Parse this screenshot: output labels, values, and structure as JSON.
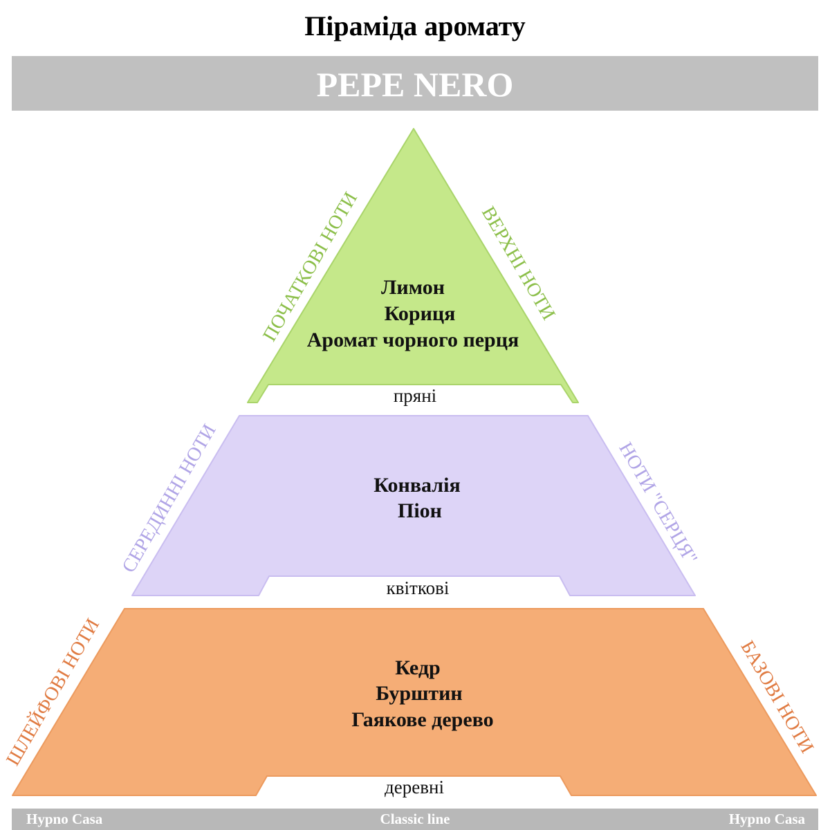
{
  "header": {
    "title": "Піраміда аромату",
    "brand": "PEPE NERO"
  },
  "colors": {
    "top_fill": "#c5e88a",
    "top_stroke": "#a9d46a",
    "middle_fill": "#ddd4f7",
    "middle_stroke": "#c9bdf0",
    "base_fill": "#f5ad76",
    "base_stroke": "#ec9a5e",
    "top_label": "#8cbf4a",
    "middle_label": "#b0a4e6",
    "base_label": "#e07b42",
    "bar_gray": "#c0c0c0"
  },
  "pyramid": {
    "top": {
      "notes": [
        "Лимон",
        "Кориця",
        "Аромат чорного перця"
      ],
      "category": "пряні",
      "left_label": "ПОЧАТКОВІ НОТИ",
      "right_label": "ВЕРХНІ НОТИ"
    },
    "middle": {
      "notes": [
        "Конвалія",
        "Піон"
      ],
      "category": "квіткові",
      "left_label": "СЕРЕДИННІ НОТИ",
      "right_label": "НОТИ \"СЕРЦЯ\""
    },
    "base": {
      "notes": [
        "Кедр",
        "Бурштин",
        "Гаякове дерево"
      ],
      "category": "деревні",
      "left_label": "ШЛЕЙФОВІ НОТИ",
      "right_label": "БАЗОВІ НОТИ"
    }
  },
  "footer": {
    "left": "Hypno Casa",
    "center": "Classic line",
    "right": "Hypno Casa"
  }
}
